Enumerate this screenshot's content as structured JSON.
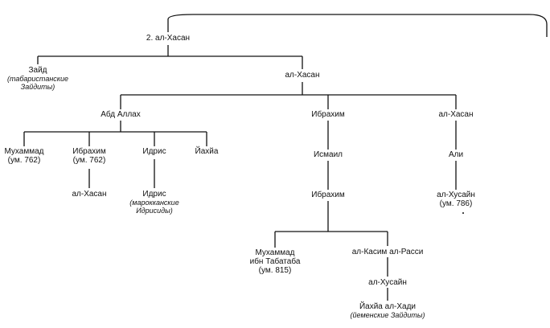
{
  "nodes": {
    "hasan2": {
      "label": "2. ал-Хасан"
    },
    "zayd": {
      "label": "Зайд",
      "note": [
        "(табаристанские",
        "Зайдиты)"
      ]
    },
    "al_hasan": {
      "label": "ал-Хасан"
    },
    "abd_allah": {
      "label": "Абд Аллах"
    },
    "ibrahim1": {
      "label": "Ибрахим"
    },
    "al_hasan2": {
      "label": "ал-Хасан"
    },
    "muhammad": {
      "label": "Мухаммад",
      "note": [
        "(ум. 762)"
      ]
    },
    "ibrahim2": {
      "label": "Ибрахим",
      "note": [
        "(ум. 762)"
      ]
    },
    "idris1": {
      "label": "Идрис"
    },
    "yahya1": {
      "label": "Йахйа"
    },
    "al_hasan3": {
      "label": "ал-Хасан"
    },
    "idris2": {
      "label": "Идрис",
      "note": [
        "(марокканские",
        "Идрисиды)"
      ]
    },
    "ismail": {
      "label": "Исмаил"
    },
    "ali": {
      "label": "Али"
    },
    "ibrahim3": {
      "label": "Ибрахим"
    },
    "husayn1": {
      "label": "ал-Хусайн",
      "note": [
        "(ум. 786)"
      ]
    },
    "muhammad_tabataba": {
      "label": "Мухаммад",
      "note": [
        "ибн Табатаба",
        "(ум. 815)"
      ]
    },
    "qasim": {
      "label": "ал-Касим ал-Расси"
    },
    "husayn2": {
      "label": "ал-Хусайн"
    },
    "yahya_hadi": {
      "label": "Йахйа ал-Хади",
      "note": [
        "(йеменские Зайдиты)"
      ]
    }
  }
}
